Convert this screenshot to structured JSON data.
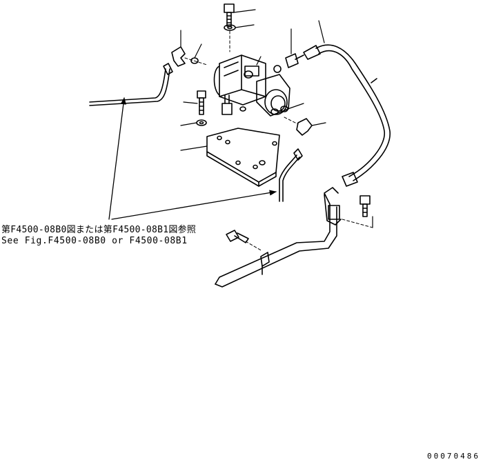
{
  "reference_note": {
    "japanese": "第F4500-08B0図または第F4500-08B1図参照",
    "english": "See Fig.F4500-08B0 or F4500-08B1"
  },
  "figure_number": "00070486"
}
